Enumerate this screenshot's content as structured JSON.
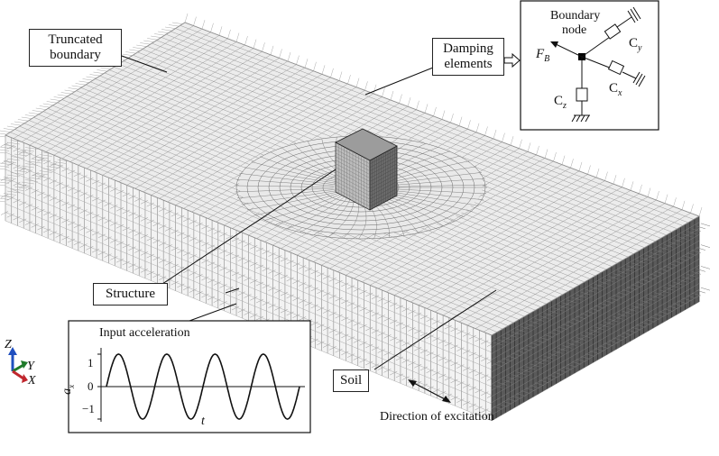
{
  "labels": {
    "truncated": [
      "Truncated",
      "boundary"
    ],
    "damping": [
      "Damping",
      "elements"
    ],
    "structure": "Structure",
    "soil": "Soil",
    "direction": "Direction of excitation"
  },
  "inset_boundary": {
    "title": [
      "Boundary",
      "node"
    ],
    "force": "F",
    "force_sub": "B",
    "cy": "C",
    "cy_sub": "y",
    "cx": "C",
    "cx_sub": "x",
    "cz": "C",
    "cz_sub": "z"
  },
  "inset_acc": {
    "title": "Input acceleration",
    "ylabel": "a",
    "ylabel_sub": "x",
    "xlabel": "t",
    "ticks": [
      "1",
      "0",
      "−1"
    ]
  },
  "axes": {
    "z": "Z",
    "y": "Y",
    "x": "X"
  },
  "colors": {
    "axis_z": "#1f4fbf",
    "axis_y": "#1f7a2a",
    "axis_x": "#c0262d"
  },
  "chart_data": {
    "type": "line",
    "title": "Input acceleration",
    "xlabel": "t",
    "ylabel": "a_x",
    "ylim": [
      -1,
      1
    ],
    "yticks": [
      1,
      0,
      -1
    ],
    "series": [
      {
        "shape": "sine",
        "amplitude": 1,
        "cycles": 4
      }
    ]
  }
}
